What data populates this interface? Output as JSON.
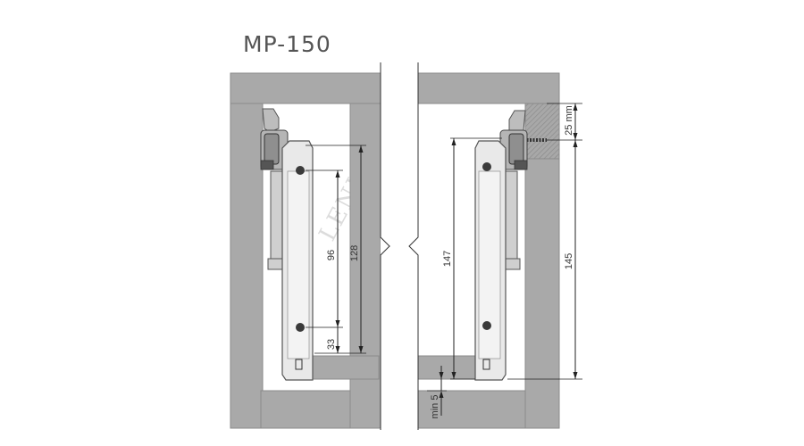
{
  "title": "MP-150",
  "watermark": "LENKEI",
  "dimensions": {
    "d96": "96",
    "d128": "128",
    "d33": "33",
    "d147": "147",
    "d145": "145",
    "d25mm": "25 mm",
    "dmin5": "min 5"
  },
  "colors": {
    "panel": "#a9a9a9",
    "plate": "#e9e9e9",
    "hatch": "#9c9c9c"
  }
}
